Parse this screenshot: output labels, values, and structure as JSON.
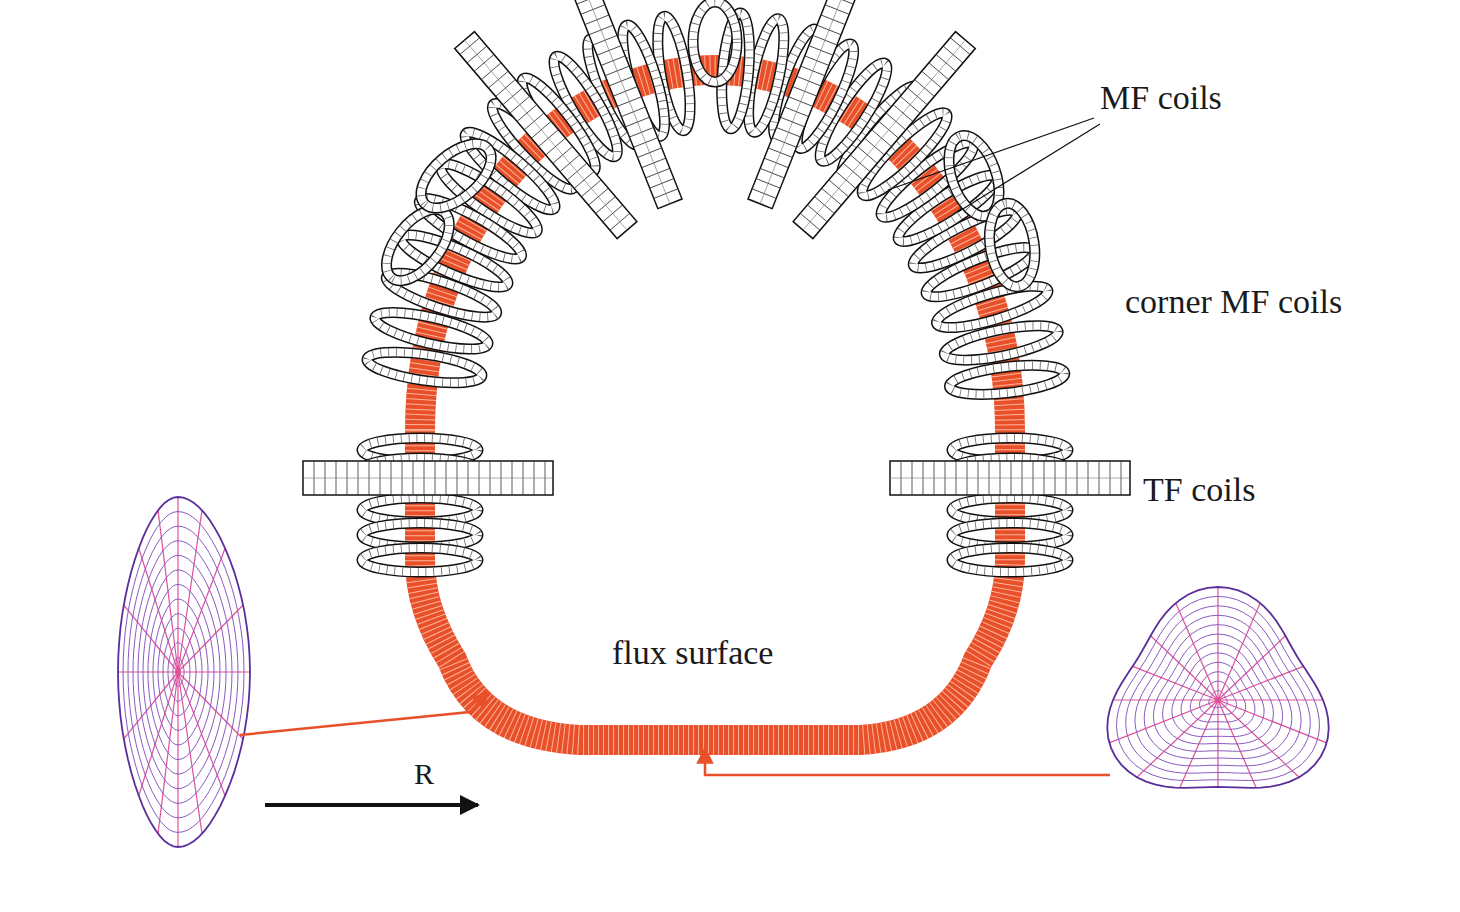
{
  "diagram": {
    "labels": [
      "MF coils",
      "corner MF coils",
      "TF coils",
      "flux surface",
      "R"
    ]
  }
}
